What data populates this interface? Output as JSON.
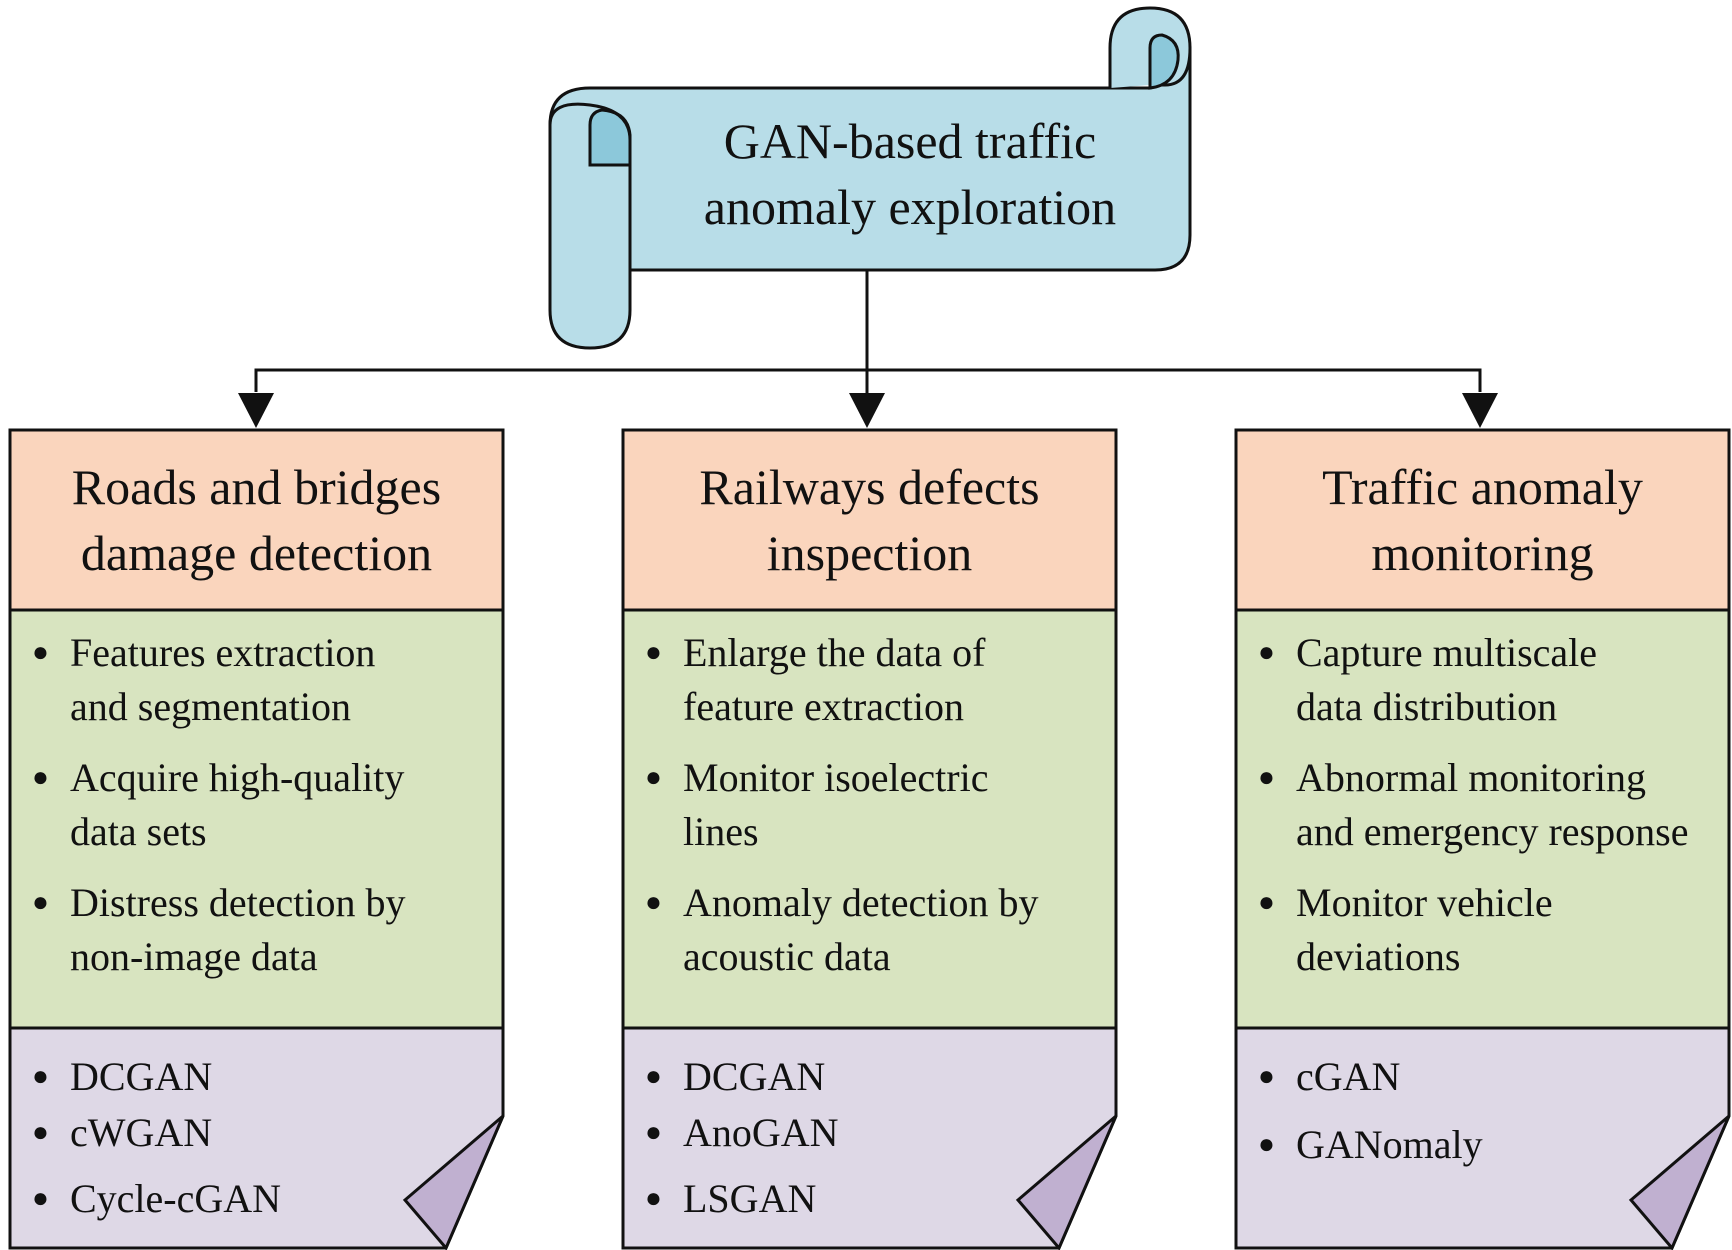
{
  "root": {
    "title_lines": [
      "GAN-based traffic",
      "anomaly exploration"
    ]
  },
  "columns": [
    {
      "heading_lines": [
        "Roads and bridges",
        "damage detection"
      ],
      "features": [
        {
          "lines": [
            "Features extraction",
            "and segmentation"
          ]
        },
        {
          "lines": [
            "Acquire high-quality",
            "data sets"
          ]
        },
        {
          "lines": [
            "Distress detection by",
            "non-image data"
          ]
        }
      ],
      "models": [
        "DCGAN",
        "cWGAN",
        "Cycle-cGAN"
      ]
    },
    {
      "heading_lines": [
        "Railways defects",
        "inspection"
      ],
      "features": [
        {
          "lines": [
            "Enlarge the data of",
            "feature extraction"
          ]
        },
        {
          "lines": [
            "Monitor isoelectric",
            "lines"
          ]
        },
        {
          "lines": [
            "Anomaly detection by",
            "acoustic data"
          ]
        }
      ],
      "models": [
        "DCGAN",
        "AnoGAN",
        "LSGAN"
      ]
    },
    {
      "heading_lines": [
        "Traffic anomaly",
        "monitoring"
      ],
      "features": [
        {
          "lines": [
            "Capture multiscale",
            "data distribution"
          ]
        },
        {
          "lines": [
            "Abnormal monitoring",
            "and emergency response"
          ]
        },
        {
          "lines": [
            "Monitor vehicle",
            "deviations"
          ]
        }
      ],
      "models": [
        "cGAN",
        "GANomaly"
      ]
    }
  ],
  "colors": {
    "scroll_fill": "#b8dde8",
    "scroll_curl": "#8cc8da",
    "heading_fill": "#fad5bd",
    "features_fill": "#d8e4c0",
    "models_fill": "#ded8e6",
    "fold_fill": "#c0b0d0",
    "stroke": "#111111"
  }
}
